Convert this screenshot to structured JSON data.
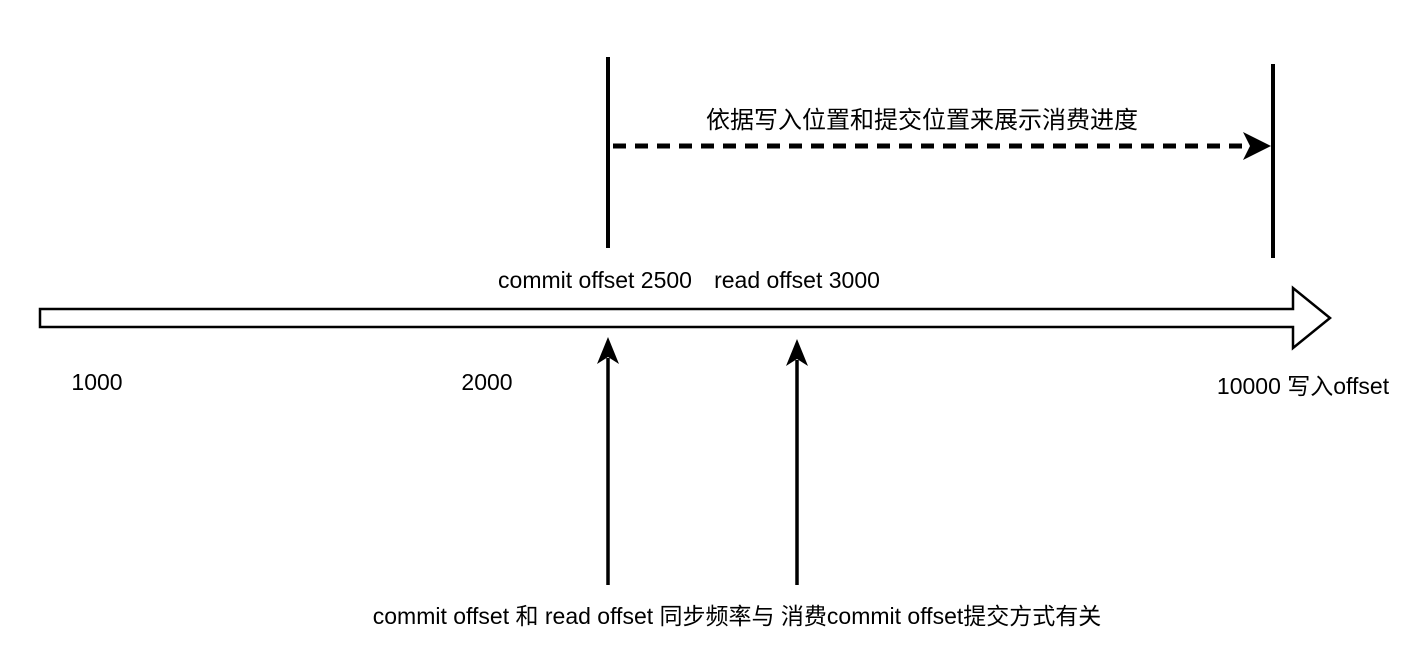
{
  "diagram": {
    "colors": {
      "background": "#ffffff",
      "ink": "#000000"
    },
    "top_annotation": "依据写入位置和提交位置来展示消费进度",
    "markers": {
      "commit_offset_label": "commit offset 2500",
      "read_offset_label": "read offset 3000",
      "commit_offset_value": 2500,
      "read_offset_value": 3000,
      "write_offset_value": 10000
    },
    "timeline_ticks": {
      "tick_1000": "1000",
      "tick_2000": "2000",
      "tick_write": "10000 写入offset"
    },
    "bottom_annotation": "commit offset 和 read offset 同步频率与 消费commit offset提交方式有关"
  }
}
